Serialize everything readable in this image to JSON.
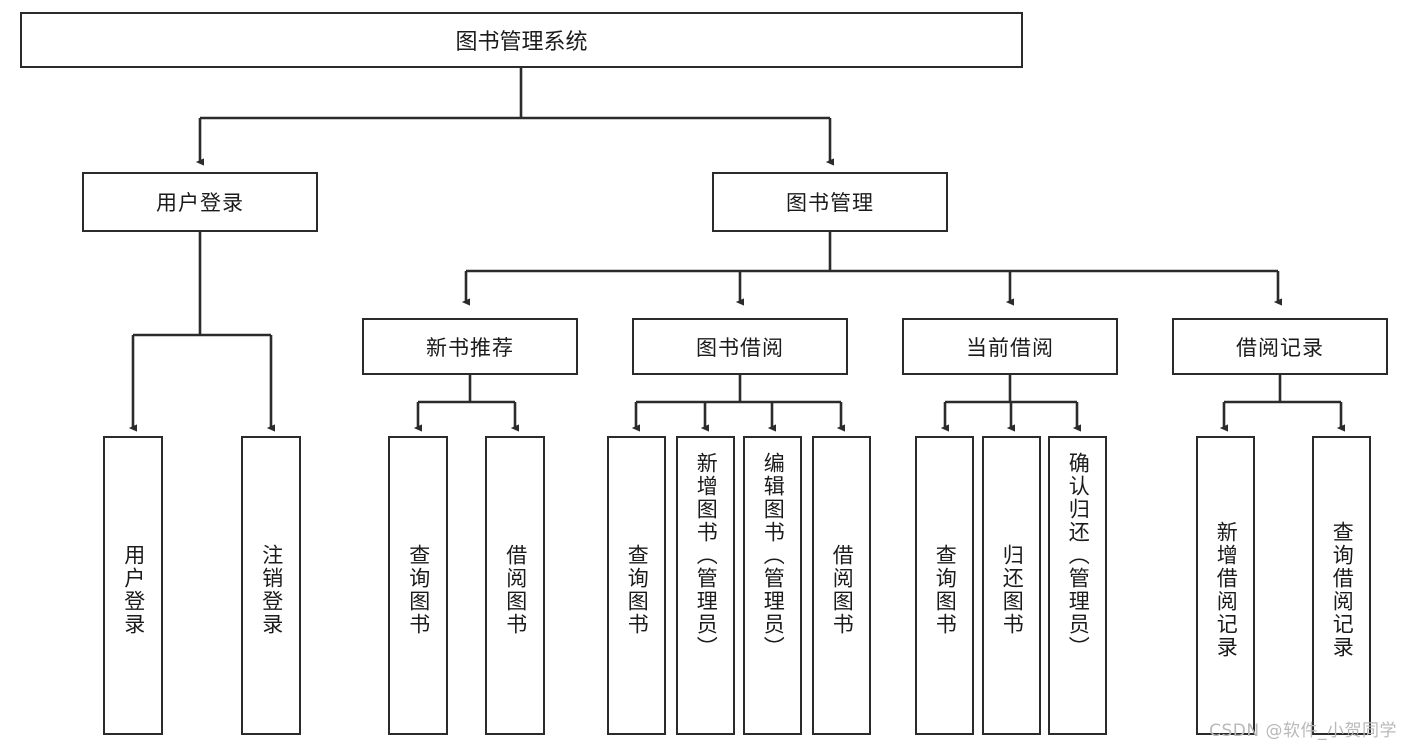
{
  "diagram": {
    "title": "图书管理系统",
    "type": "tree-hierarchy-diagram",
    "root": {
      "label": "图书管理系统"
    },
    "level1": [
      {
        "label": "用户登录"
      },
      {
        "label": "图书管理"
      }
    ],
    "level2": [
      {
        "label": "新书推荐"
      },
      {
        "label": "图书借阅"
      },
      {
        "label": "当前借阅"
      },
      {
        "label": "借阅记录"
      }
    ],
    "leaves": {
      "user_login": [
        {
          "label": "用户登录"
        },
        {
          "label": "注销登录"
        }
      ],
      "new_book_recommend": [
        {
          "label": "查询图书"
        },
        {
          "label": "借阅图书"
        }
      ],
      "book_borrow": [
        {
          "label": "查询图书"
        },
        {
          "label": "新增图书（管理员）"
        },
        {
          "label": "编辑图书（管理员）"
        },
        {
          "label": "借阅图书"
        }
      ],
      "current_borrow": [
        {
          "label": "查询图书"
        },
        {
          "label": "归还图书"
        },
        {
          "label": "确认归还（管理员）"
        }
      ],
      "borrow_record": [
        {
          "label": "新增借阅记录"
        },
        {
          "label": "查询借阅记录"
        }
      ]
    },
    "watermark": "CSDN @软件_小贺同学",
    "colors": {
      "stroke": "#2b2b2b",
      "fill": "#ffffff",
      "text": "#1b1b1b",
      "watermark": "#b9b9b9"
    }
  }
}
